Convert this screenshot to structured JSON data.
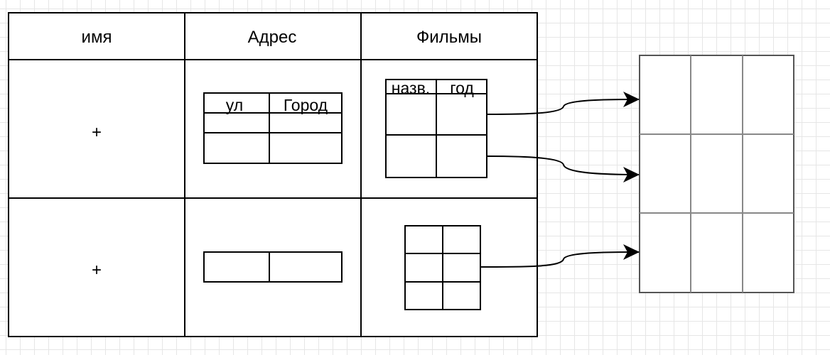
{
  "table": {
    "headers": [
      "имя",
      "Адрес",
      "Фильмы"
    ],
    "rows": [
      {
        "name_cell": "+"
      },
      {
        "name_cell": "+"
      }
    ]
  },
  "address_subtable": {
    "headers": [
      "ул",
      "Город"
    ]
  },
  "films_subtable": {
    "headers": [
      "назв.",
      "год"
    ]
  },
  "colors": {
    "outline": "#000000",
    "right_grid": "#888888",
    "background_grid": "#e6e6e6"
  }
}
